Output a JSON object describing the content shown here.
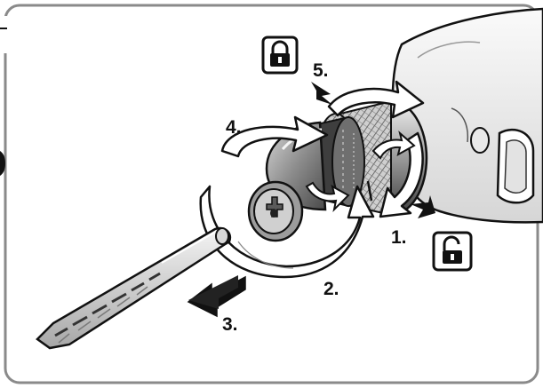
{
  "steps": {
    "s1": "1.",
    "s2": "2.",
    "s3": "3.",
    "s4": "4.",
    "s5": "5."
  },
  "icons": {
    "locked": "padlock-closed-icon",
    "unlocked": "padlock-open-icon"
  },
  "colors": {
    "frame": "#8a8a8a",
    "ink": "#111111",
    "metal_light": "#e6e6e6",
    "metal_mid": "#b5b5b5",
    "metal_dark": "#5a5a5a"
  }
}
